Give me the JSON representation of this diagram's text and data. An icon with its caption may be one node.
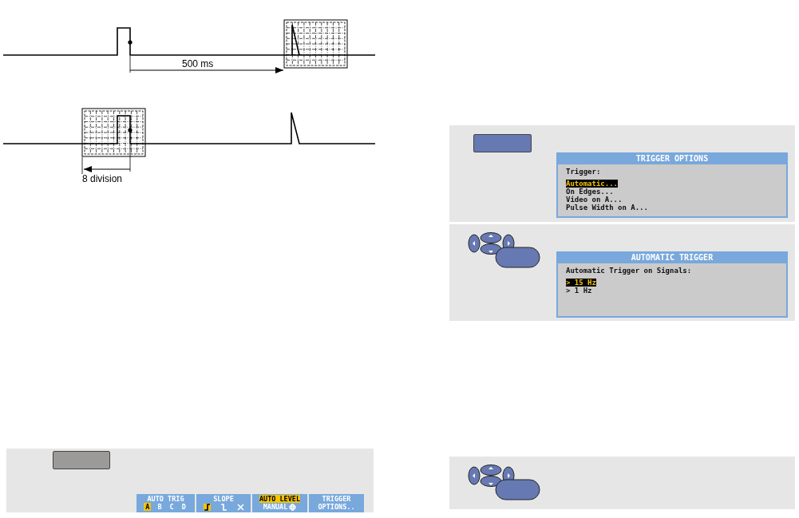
{
  "diagram": {
    "nodes": [
      {
        "text": [
          "TRIGGER OPTIONS",
          "Trigger:",
          "Automatic...",
          "On Edges...",
          "Video on A...",
          "Pulse Width on A..."
        ]
      },
      {
        "text": [
          "AUTOMATIC TRIGGER",
          "Automatic Trigger on Signals:",
          "> 15 Hz",
          "> 1 Hz"
        ]
      },
      {
        "text": [
          "AUTO TRIG",
          "A",
          "B",
          "C",
          "D"
        ]
      },
      {
        "text": [
          "SLOPE"
        ]
      },
      {
        "text": [
          "AUTO LEVEL",
          "MANUAL"
        ]
      },
      {
        "text": [
          "TRIGGER OPTIONS.."
        ]
      }
    ],
    "labels": [
      "500 ms",
      "8 division"
    ]
  }
}
